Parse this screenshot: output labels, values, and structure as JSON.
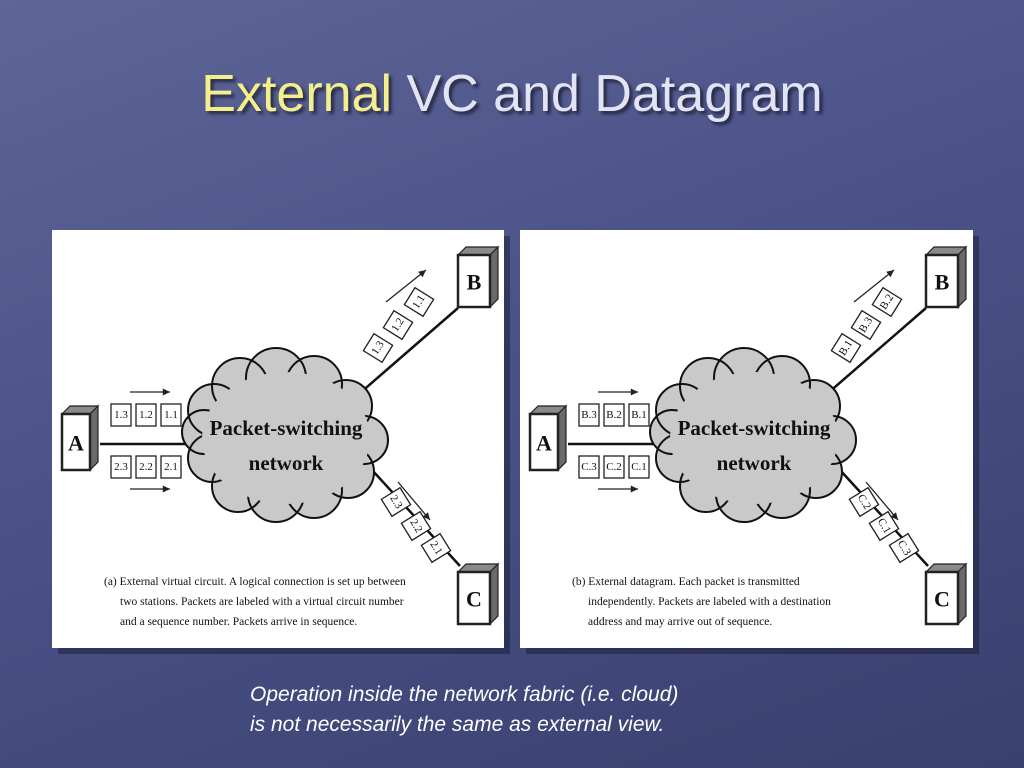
{
  "slide": {
    "title_accent": "External",
    "title_rest": "VC and Datagram",
    "caption_line1": "Operation inside the network fabric (i.e. cloud)",
    "caption_line2": "is not necessarily the same as external view."
  },
  "colors": {
    "title_accent": "#f4ef8c",
    "title_text": "#e3e3f6",
    "cloud_fill": "#c9c9c9"
  },
  "diagrams": [
    {
      "id": "vc",
      "cloud_line1": "Packet-switching",
      "cloud_line2": "network",
      "station_a": "A",
      "station_b": "B",
      "station_c": "C",
      "packets_a_top": [
        "1.3",
        "1.2",
        "1.1"
      ],
      "packets_a_bottom": [
        "2.3",
        "2.2",
        "2.1"
      ],
      "packets_to_b": [
        "1.3",
        "1.2",
        "1.1"
      ],
      "packets_to_c": [
        "2.3",
        "2.2",
        "2.1"
      ],
      "caption_lines": [
        "(a) External virtual circuit. A logical connection is set up between",
        "two stations. Packets are labeled with a virtual circuit number",
        "and a sequence number. Packets arrive in sequence."
      ]
    },
    {
      "id": "datagram",
      "cloud_line1": "Packet-switching",
      "cloud_line2": "network",
      "station_a": "A",
      "station_b": "B",
      "station_c": "C",
      "packets_a_top": [
        "B.3",
        "B.2",
        "B.1"
      ],
      "packets_a_bottom": [
        "C.3",
        "C.2",
        "C.1"
      ],
      "packets_to_b": [
        "B.1",
        "B.3",
        "B.2"
      ],
      "packets_to_c": [
        "C.2",
        "C.1",
        "C.3"
      ],
      "caption_lines": [
        "(b) External datagram. Each packet is transmitted",
        "independently. Packets are labeled with a destination",
        "address and may arrive out of sequence."
      ]
    }
  ]
}
